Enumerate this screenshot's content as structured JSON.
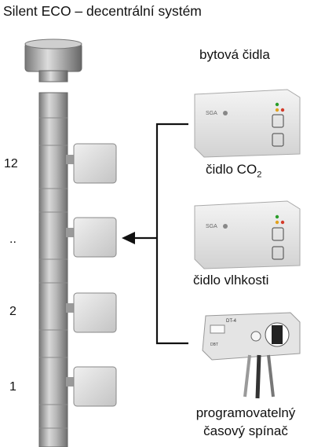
{
  "title": "Silent ECO – decentrální systém",
  "sensors_heading": "bytová čidla",
  "floors": [
    "12",
    "..",
    "2",
    "1"
  ],
  "devices": [
    {
      "label": "čidlo CO",
      "sub": "2",
      "brand": "SGA"
    },
    {
      "label": "čidlo vlhkosti",
      "brand": "SGA"
    },
    {
      "label_lines": [
        "programovatelný",
        "časový spínač"
      ],
      "model": "DT-4",
      "small_text": "DBT"
    }
  ],
  "colors": {
    "pipe": "#a8a8a8",
    "unit": "#d9d9d9",
    "line": "#111111"
  }
}
